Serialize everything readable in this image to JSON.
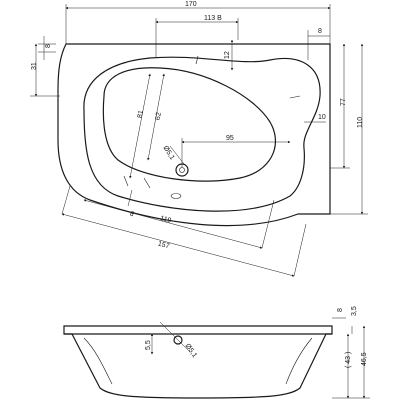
{
  "top_view": {
    "overall_width": "170",
    "inner_offset": "113 B",
    "left_depth": "31",
    "left_lip": "8",
    "right_lip": "8",
    "inner_depth_right": "77",
    "overall_depth": "110",
    "rim_gap": "10",
    "rim_width_top": "12",
    "basin_short_axis": "81",
    "basin_axis_b": "62",
    "drain_diameter": "Ø5,1",
    "drain_to_edge": "95",
    "basin_length": "119",
    "overall_diagonal": "157",
    "small_offset": "8"
  },
  "side_view": {
    "rim_height": "8",
    "rim_edge": "3,5",
    "drain_offset": "5,5",
    "drain_diameter": "Ø5,1",
    "inner_height": "( 43 )",
    "total_height": "46,5"
  }
}
